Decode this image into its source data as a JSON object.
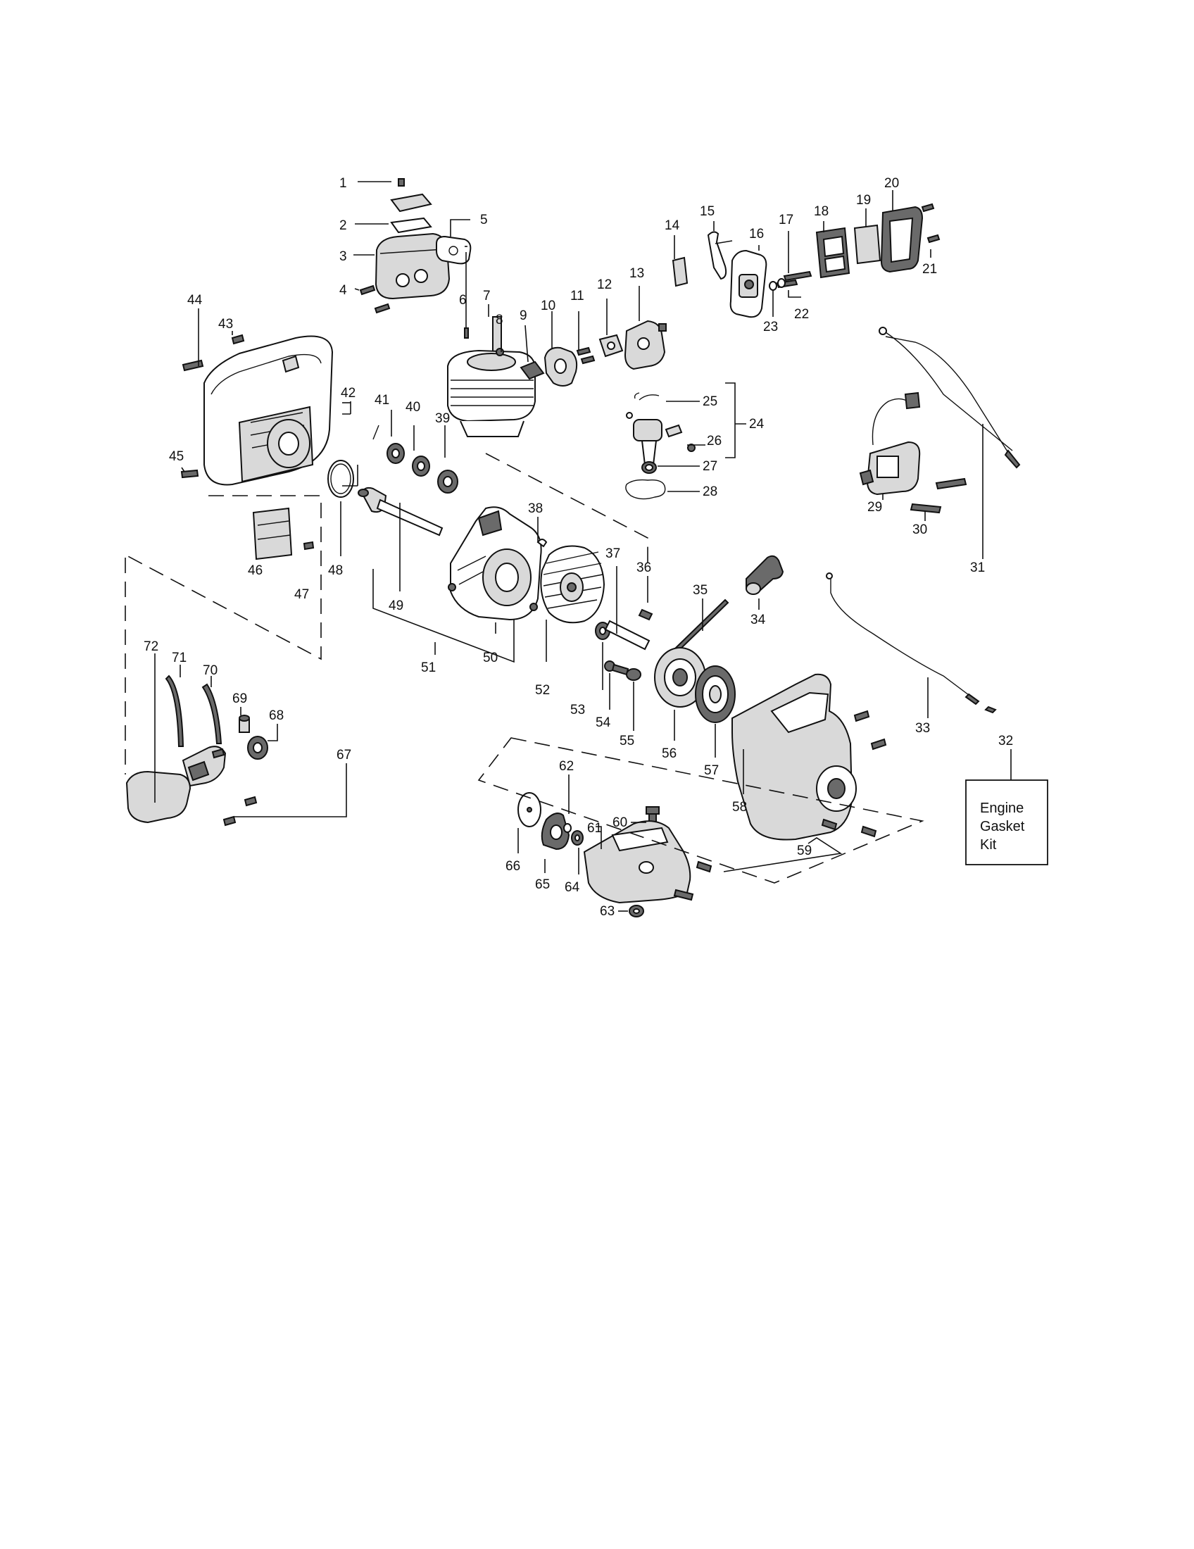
{
  "callouts": [
    {
      "id": "1",
      "text": "1"
    },
    {
      "id": "2",
      "text": "2"
    },
    {
      "id": "3",
      "text": "3"
    },
    {
      "id": "4",
      "text": "4"
    },
    {
      "id": "5",
      "text": "5"
    },
    {
      "id": "6",
      "text": "6"
    },
    {
      "id": "7",
      "text": "7"
    },
    {
      "id": "8",
      "text": "8"
    },
    {
      "id": "9",
      "text": "9"
    },
    {
      "id": "10",
      "text": "10"
    },
    {
      "id": "11",
      "text": "11"
    },
    {
      "id": "12",
      "text": "12"
    },
    {
      "id": "13",
      "text": "13"
    },
    {
      "id": "14",
      "text": "14"
    },
    {
      "id": "15",
      "text": "15"
    },
    {
      "id": "16",
      "text": "16"
    },
    {
      "id": "17",
      "text": "17"
    },
    {
      "id": "18",
      "text": "18"
    },
    {
      "id": "19",
      "text": "19"
    },
    {
      "id": "20",
      "text": "20"
    },
    {
      "id": "21",
      "text": "21"
    },
    {
      "id": "22",
      "text": "22"
    },
    {
      "id": "23",
      "text": "23"
    },
    {
      "id": "24",
      "text": "24"
    },
    {
      "id": "25",
      "text": "25"
    },
    {
      "id": "26",
      "text": "26"
    },
    {
      "id": "27",
      "text": "27"
    },
    {
      "id": "28",
      "text": "28"
    },
    {
      "id": "29",
      "text": "29"
    },
    {
      "id": "30",
      "text": "30"
    },
    {
      "id": "31",
      "text": "31"
    },
    {
      "id": "32",
      "text": "32"
    },
    {
      "id": "33",
      "text": "33"
    },
    {
      "id": "34",
      "text": "34"
    },
    {
      "id": "35",
      "text": "35"
    },
    {
      "id": "36",
      "text": "36"
    },
    {
      "id": "37",
      "text": "37"
    },
    {
      "id": "38",
      "text": "38"
    },
    {
      "id": "39",
      "text": "39"
    },
    {
      "id": "40",
      "text": "40"
    },
    {
      "id": "41",
      "text": "41"
    },
    {
      "id": "42",
      "text": "42"
    },
    {
      "id": "43",
      "text": "43"
    },
    {
      "id": "44",
      "text": "44"
    },
    {
      "id": "45",
      "text": "45"
    },
    {
      "id": "46",
      "text": "46"
    },
    {
      "id": "47",
      "text": "47"
    },
    {
      "id": "48",
      "text": "48"
    },
    {
      "id": "49",
      "text": "49"
    },
    {
      "id": "50",
      "text": "50"
    },
    {
      "id": "51",
      "text": "51"
    },
    {
      "id": "52",
      "text": "52"
    },
    {
      "id": "53",
      "text": "53"
    },
    {
      "id": "54",
      "text": "54"
    },
    {
      "id": "55",
      "text": "55"
    },
    {
      "id": "56",
      "text": "56"
    },
    {
      "id": "57",
      "text": "57"
    },
    {
      "id": "58",
      "text": "58"
    },
    {
      "id": "59",
      "text": "59"
    },
    {
      "id": "60",
      "text": "60"
    },
    {
      "id": "61",
      "text": "61"
    },
    {
      "id": "62",
      "text": "62"
    },
    {
      "id": "63",
      "text": "63"
    },
    {
      "id": "64",
      "text": "64"
    },
    {
      "id": "65",
      "text": "65"
    },
    {
      "id": "66",
      "text": "66"
    },
    {
      "id": "67",
      "text": "67"
    },
    {
      "id": "68",
      "text": "68"
    },
    {
      "id": "69",
      "text": "69"
    },
    {
      "id": "70",
      "text": "70"
    },
    {
      "id": "71",
      "text": "71"
    },
    {
      "id": "72",
      "text": "72"
    }
  ],
  "gasket_kit": {
    "lines": [
      "Engine",
      "Gasket",
      "Kit"
    ]
  }
}
